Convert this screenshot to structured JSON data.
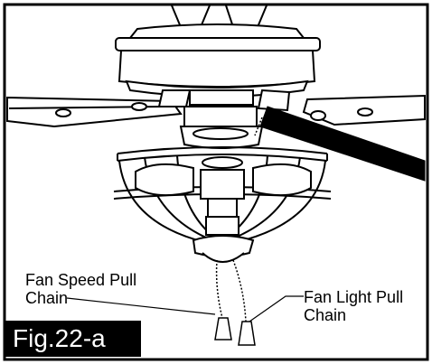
{
  "labels": {
    "fan_speed_pull_chain": "Fan Speed Pull\nChain",
    "fan_light_pull_chain": "Fan Light Pull\nChain"
  },
  "figure": {
    "id": "Fig.22-a"
  },
  "colors": {
    "line": "#000000",
    "background": "#ffffff",
    "badge_background": "#000000",
    "badge_text": "#ffffff"
  }
}
